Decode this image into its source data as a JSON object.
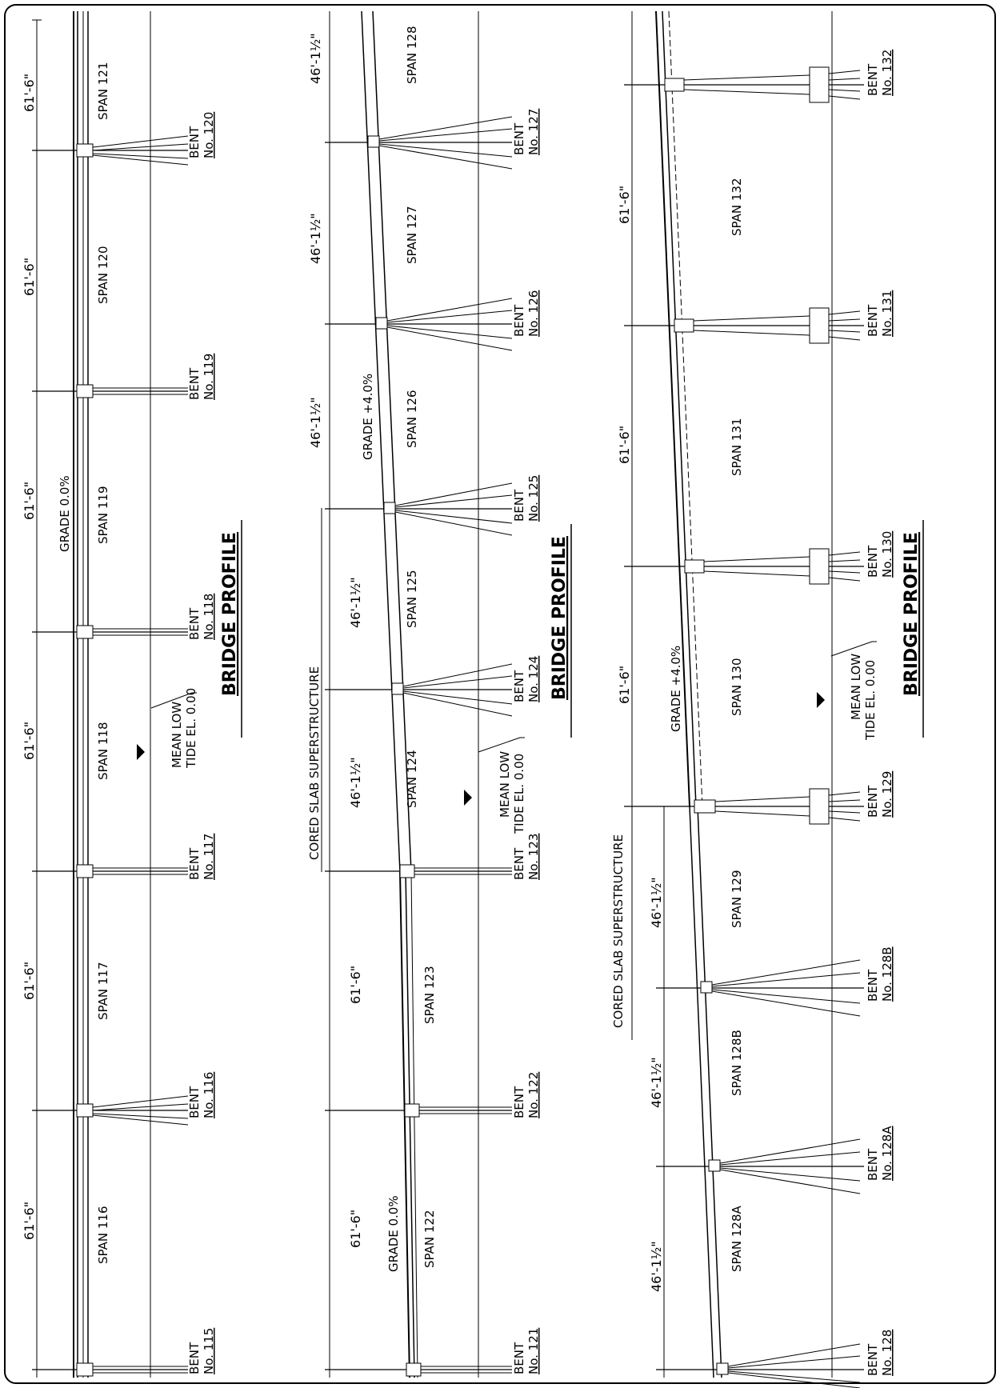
{
  "panels": [
    {
      "title": "BRIDGE PROFILE",
      "grade_labels": [
        "GRADE 0.0%"
      ],
      "tide_label": [
        "MEAN LOW",
        "TIDE EL. 0.00"
      ],
      "superstructure_label": "",
      "spans": [
        "SPAN 116",
        "SPAN 117",
        "SPAN 118",
        "SPAN 119",
        "SPAN 120",
        "SPAN 121"
      ],
      "dims": [
        "61'-6\"",
        "61'-6\"",
        "61'-6\"",
        "61'-6\"",
        "61'-6\"",
        "61'-6\""
      ],
      "bents": [
        {
          "label": "BENT",
          "no": "No. 115"
        },
        {
          "label": "BENT",
          "no": "No. 116"
        },
        {
          "label": "BENT",
          "no": "No. 117"
        },
        {
          "label": "BENT",
          "no": "No. 118"
        },
        {
          "label": "BENT",
          "no": "No. 119"
        },
        {
          "label": "BENT",
          "no": "No. 120"
        }
      ]
    },
    {
      "title": "BRIDGE PROFILE",
      "grade_labels": [
        "GRADE 0.0%",
        "GRADE +4.0%"
      ],
      "tide_label": [
        "MEAN LOW",
        "TIDE EL. 0.00"
      ],
      "superstructure_label": "CORED SLAB SUPERSTRUCTURE",
      "spans": [
        "SPAN 122",
        "SPAN 123",
        "SPAN 124",
        "SPAN 125",
        "SPAN 126",
        "SPAN 127",
        "SPAN 128"
      ],
      "dims": [
        "61'-6\"",
        "61'-6\"",
        "46'-1½\"",
        "46'-1½\"",
        "46'-1½\"",
        "46'-1½\"",
        "46'-1½\""
      ],
      "bents": [
        {
          "label": "BENT",
          "no": "No. 121"
        },
        {
          "label": "BENT",
          "no": "No. 122"
        },
        {
          "label": "BENT",
          "no": "No. 123"
        },
        {
          "label": "BENT",
          "no": "No. 124"
        },
        {
          "label": "BENT",
          "no": "No. 125"
        },
        {
          "label": "BENT",
          "no": "No. 126"
        },
        {
          "label": "BENT",
          "no": "No. 127"
        }
      ]
    },
    {
      "title": "BRIDGE PROFILE",
      "grade_labels": [
        "GRADE +4.0%"
      ],
      "tide_label": [
        "MEAN LOW",
        "TIDE EL. 0.00"
      ],
      "superstructure_label": "CORED SLAB SUPERSTRUCTURE",
      "spans": [
        "SPAN 128A",
        "SPAN 128B",
        "SPAN 129",
        "SPAN 130",
        "SPAN 131",
        "SPAN 132"
      ],
      "dims": [
        "46'-1½\"",
        "46'-1½\"",
        "46'-1½\"",
        "61'-6\"",
        "61'-6\"",
        "61'-6\""
      ],
      "bents": [
        {
          "label": "BENT",
          "no": "No. 128"
        },
        {
          "label": "BENT",
          "no": "No. 128A"
        },
        {
          "label": "BENT",
          "no": "No. 128B"
        },
        {
          "label": "BENT",
          "no": "No. 129"
        },
        {
          "label": "BENT",
          "no": "No. 130"
        },
        {
          "label": "BENT",
          "no": "No. 131"
        },
        {
          "label": "BENT",
          "no": "No. 132"
        }
      ]
    }
  ]
}
